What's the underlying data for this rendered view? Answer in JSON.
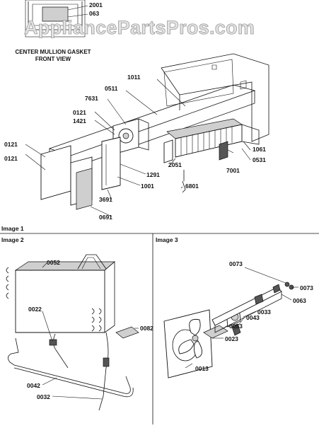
{
  "watermark": "AppliancePartsPros.com",
  "inset": {
    "caption_line1": "CENTER MULLION GASKET",
    "caption_line2": "FRONT VIEW",
    "labels": [
      "2001",
      "063"
    ]
  },
  "main_labels": {
    "l1011": "1011",
    "l0511": "0511",
    "l7631": "7631",
    "l0121a": "0121",
    "l1421": "1421",
    "l0121b": "0121",
    "l0121c": "0121",
    "l1291": "1291",
    "l2051": "2051",
    "l1001": "1001",
    "l6801": "6801",
    "l3691": "3691",
    "l0691": "0691",
    "l1061": "1061",
    "l0531": "0531",
    "l7001": "7001"
  },
  "sections": {
    "image1": "Image 1",
    "image2": "Image 2",
    "image3": "Image 3"
  },
  "image2_labels": {
    "l0052": "0052",
    "l0022": "0022",
    "l0082": "0082",
    "l0042": "0042",
    "l0032": "0032"
  },
  "image3_labels": {
    "l0073a": "0073",
    "l0073b": "0073",
    "l0063": "0063",
    "l0033": "0033",
    "l0043": "0043",
    "l0053": "0053",
    "l0023": "0023",
    "l0013": "0013"
  }
}
